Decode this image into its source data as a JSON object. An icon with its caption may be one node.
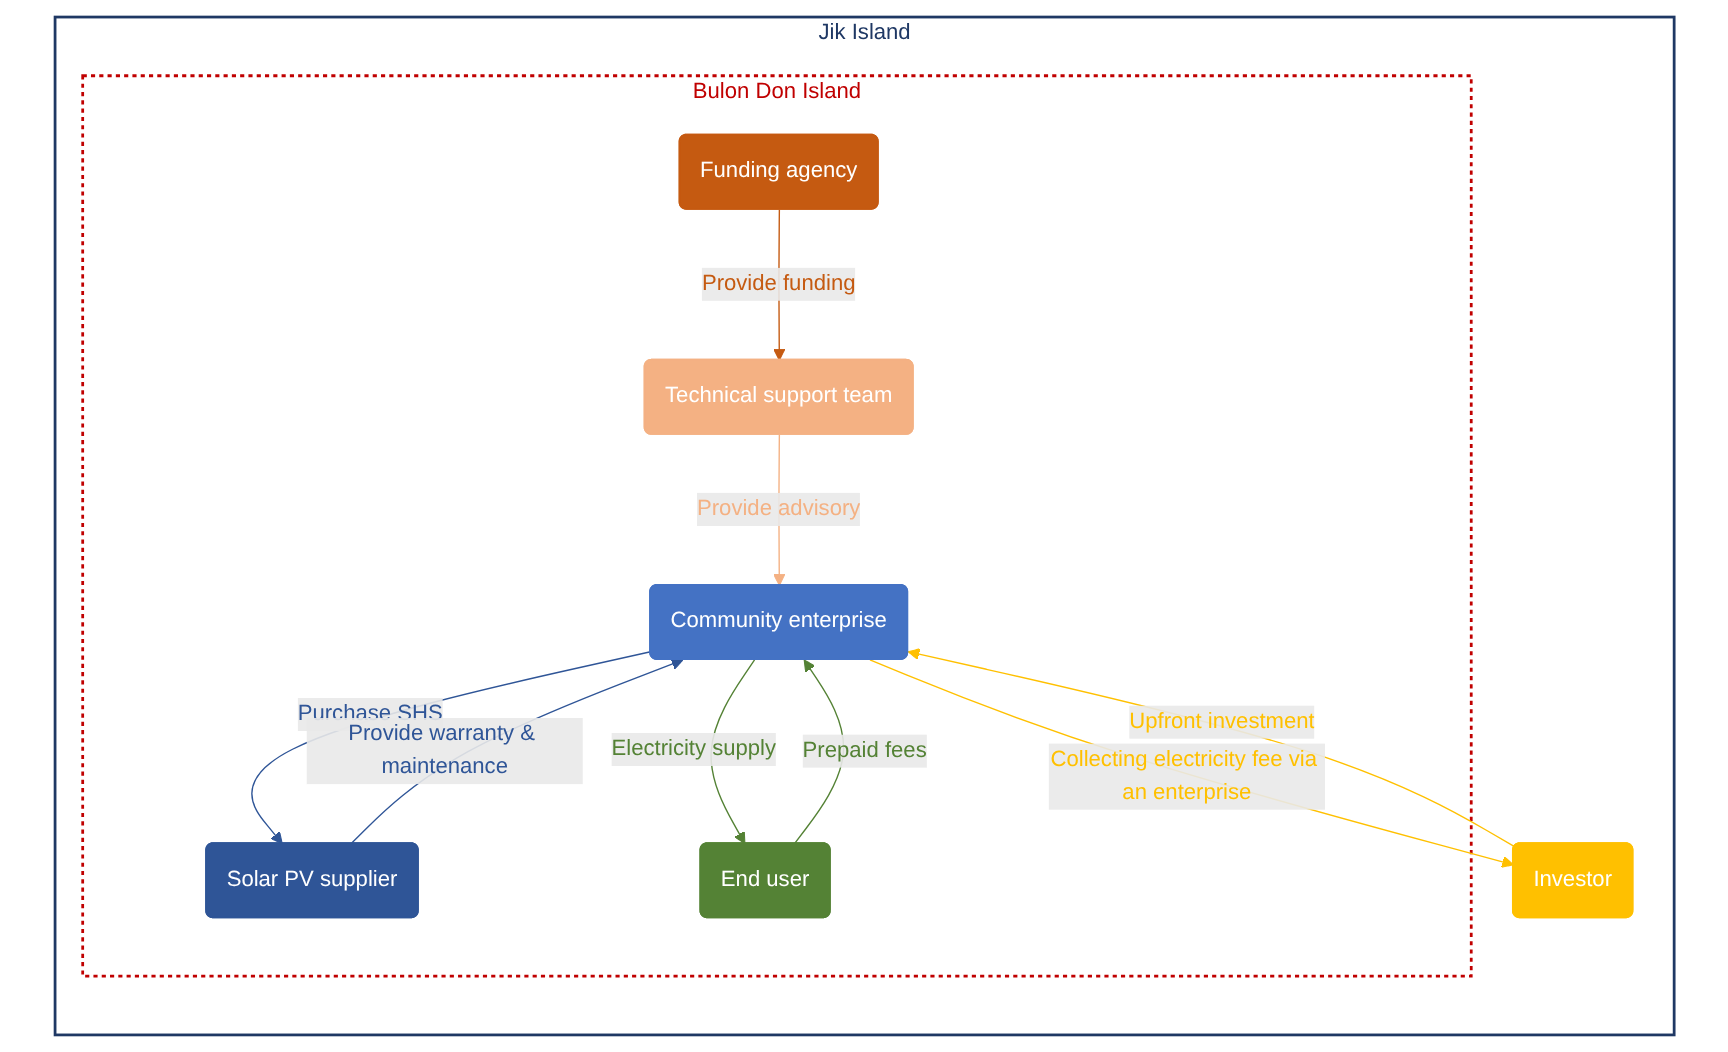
{
  "diagram": {
    "nodes": [
      {
        "text": [
          "Jik Island"
        ]
      },
      {
        "text": [
          "Bulon Don Island"
        ],
        "in": 0
      },
      {
        "text": [
          "Funding agency"
        ],
        "in": 1
      },
      {
        "text": [
          "Technical support team"
        ],
        "in": 1
      },
      {
        "text": [
          "Community enterprise"
        ],
        "in": 1
      },
      {
        "text": [
          "Solar PV supplier"
        ],
        "in": 1
      },
      {
        "text": [
          "End user"
        ],
        "in": 1
      },
      {
        "text": [
          "Investor"
        ],
        "in": 0
      }
    ],
    "edges": [
      {
        "from": 2,
        "to": 3,
        "arrow": "to",
        "label": "Provide funding",
        "color": "#c55a11"
      },
      {
        "from": 3,
        "to": 4,
        "arrow": "to",
        "label": "Provide advisory",
        "color": "#f4b183"
      },
      {
        "from": 4,
        "to": 5,
        "arrow": "to",
        "label": "Purchase SHS",
        "color": "#2f5597"
      },
      {
        "from": 5,
        "to": 4,
        "arrow": "to",
        "label": "Provide warranty & maintenance",
        "color": "#2f5597"
      },
      {
        "from": 4,
        "to": 6,
        "arrow": "to",
        "label": "Electricity supply",
        "color": "#548235"
      },
      {
        "from": 6,
        "to": 4,
        "arrow": "to",
        "label": "Prepaid fees",
        "color": "#548235"
      },
      {
        "from": 7,
        "to": 4,
        "arrow": "to",
        "label": "Upfront investment",
        "color": "#ffc000"
      },
      {
        "from": 4,
        "to": 7,
        "arrow": "to",
        "label": "Collecting electricity fee via an enterprise",
        "color": "#ffc000"
      }
    ]
  }
}
